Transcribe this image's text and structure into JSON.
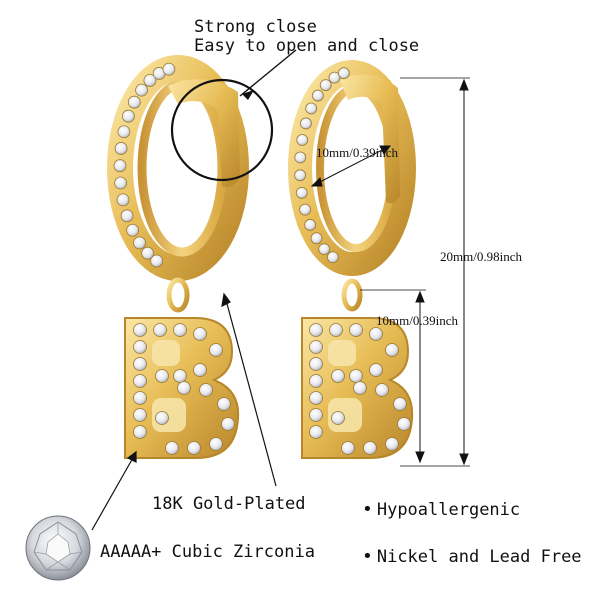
{
  "callouts": {
    "close_title": "Strong close",
    "close_subtitle": "Easy to open and close",
    "plating": "18K Gold-Plated",
    "stone": "AAAAA+ Cubic Zirconia"
  },
  "dimensions": {
    "hoop_inner": "10mm/0.39inch",
    "total_length": "20mm/0.98inch",
    "pendant_height": "10mm/0.39inch"
  },
  "features": {
    "bullet_glyph": "•",
    "hypoallergenic": "Hypoallergenic",
    "nickel_lead_free": "Nickel and Lead Free"
  },
  "product": {
    "pendant_letter": "B"
  },
  "colors": {
    "gold_light": "#f7dc8a",
    "gold_mid": "#e2b54a",
    "gold_dark": "#b8862a",
    "stone_white": "#f4f4f6",
    "stone_shadow": "#b9bcc4",
    "line": "#111111"
  },
  "icons": {
    "magnifier": "magnifier-circle-icon",
    "gem": "round-diamond-icon"
  }
}
